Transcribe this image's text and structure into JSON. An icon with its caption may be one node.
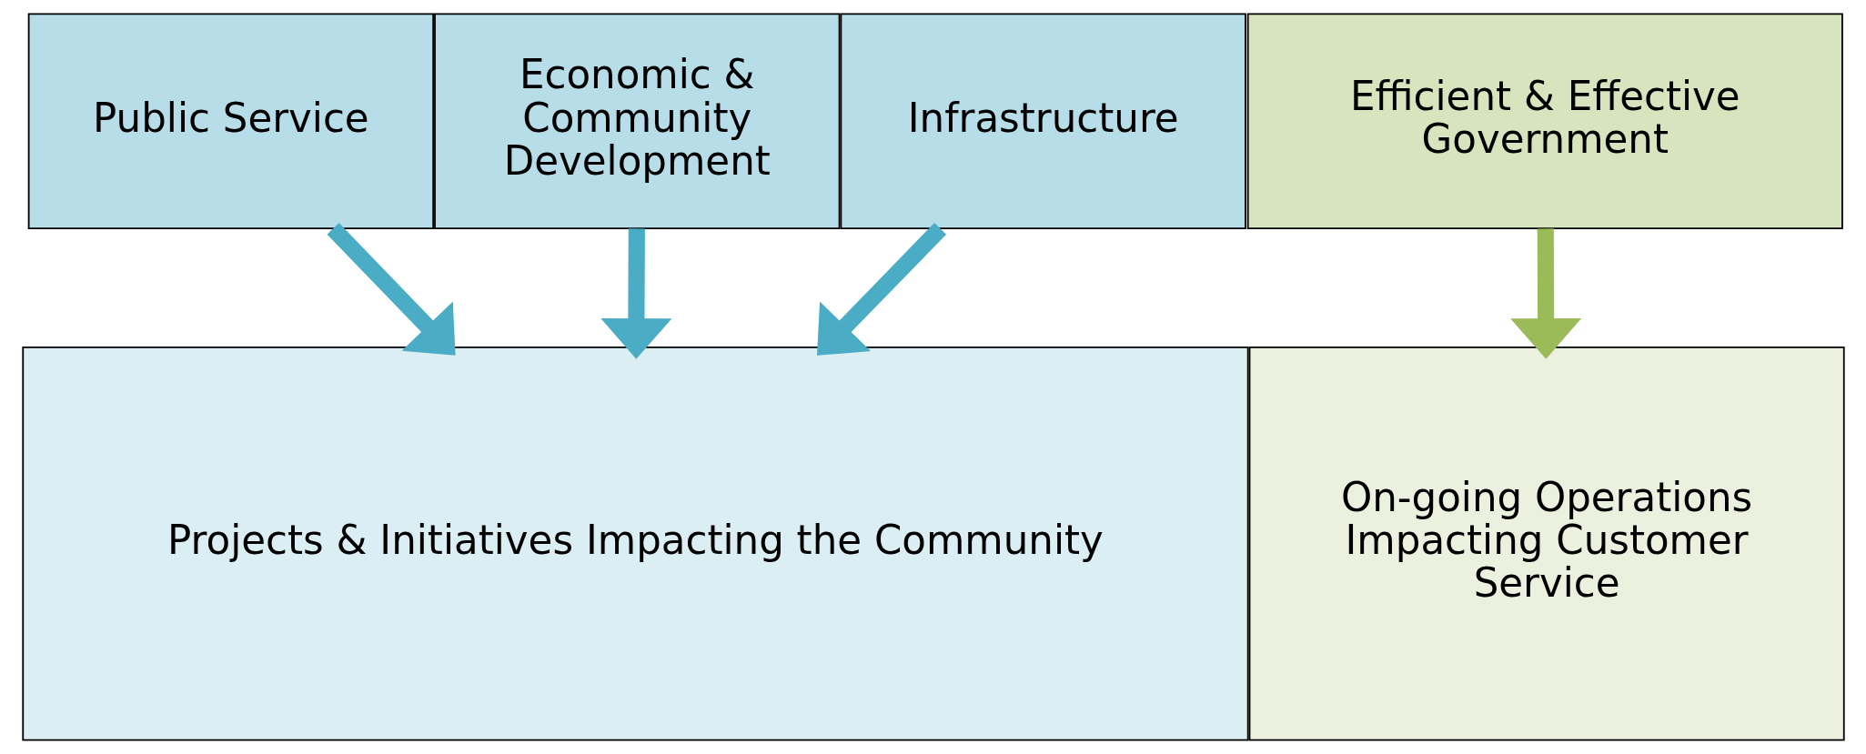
{
  "diagram": {
    "nodes": [
      {
        "text": [
          "Public Service"
        ]
      },
      {
        "text": [
          "Economic & Community Development"
        ]
      },
      {
        "text": [
          "Infrastructure"
        ]
      },
      {
        "text": [
          "Efficient & Effective Government"
        ]
      },
      {
        "text": [
          "Projects & Initiatives Impacting the Community"
        ]
      },
      {
        "text": [
          "On-going Operations Impacting Customer Service"
        ]
      }
    ],
    "edges": [
      {
        "from": 0,
        "to": 4,
        "arrow": "to"
      },
      {
        "from": 1,
        "to": 4,
        "arrow": "to"
      },
      {
        "from": 2,
        "to": 4,
        "arrow": "to"
      },
      {
        "from": 3,
        "to": 5,
        "arrow": "to",
        "color": "#9bbb59"
      }
    ]
  }
}
